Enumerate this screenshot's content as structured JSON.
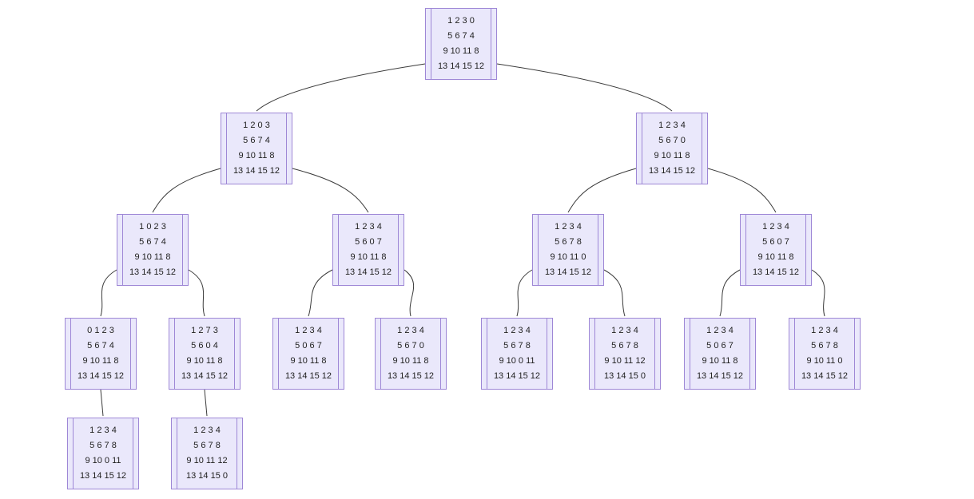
{
  "diagram": {
    "type": "tree",
    "description": "15-puzzle state-space search tree; each node is a 4x4 board configuration",
    "colors": {
      "background": "#ffffff",
      "node_fill": "#eae8fb",
      "node_border": "#9e87d6",
      "edge": "#3a3a3a",
      "text": "#1f1f1f"
    },
    "nodes": [
      {
        "id": "root",
        "level": 1,
        "rows": [
          "1 2 3 0",
          "5 6 7 4",
          "9 10 11 8",
          "13 14 15 12"
        ]
      },
      {
        "id": "L2-1",
        "level": 2,
        "rows": [
          "1 2 0 3",
          "5 6 7 4",
          "9 10 11 8",
          "13 14 15 12"
        ]
      },
      {
        "id": "L2-2",
        "level": 2,
        "rows": [
          "1 2 3 4",
          "5 6 7 0",
          "9 10 11 8",
          "13 14 15 12"
        ]
      },
      {
        "id": "L3-1",
        "level": 3,
        "rows": [
          "1 0 2 3",
          "5 6 7 4",
          "9 10 11 8",
          "13 14 15 12"
        ]
      },
      {
        "id": "L3-2",
        "level": 3,
        "rows": [
          "1 2 3 4",
          "5 6 0 7",
          "9 10 11 8",
          "13 14 15 12"
        ]
      },
      {
        "id": "L3-3",
        "level": 3,
        "rows": [
          "1 2 3 4",
          "5 6 7 8",
          "9 10 11 0",
          "13 14 15 12"
        ]
      },
      {
        "id": "L3-4",
        "level": 3,
        "rows": [
          "1 2 3 4",
          "5 6 0 7",
          "9 10 11 8",
          "13 14 15 12"
        ]
      },
      {
        "id": "L4-1",
        "level": 4,
        "rows": [
          "0 1 2 3",
          "5 6 7 4",
          "9 10 11 8",
          "13 14 15 12"
        ]
      },
      {
        "id": "L4-2",
        "level": 4,
        "rows": [
          "1 2 7 3",
          "5 6 0 4",
          "9 10 11 8",
          "13 14 15 12"
        ]
      },
      {
        "id": "L4-3",
        "level": 4,
        "rows": [
          "1 2 3 4",
          "5 0 6 7",
          "9 10 11 8",
          "13 14 15 12"
        ]
      },
      {
        "id": "L4-4",
        "level": 4,
        "rows": [
          "1 2 3 4",
          "5 6 7 0",
          "9 10 11 8",
          "13 14 15 12"
        ]
      },
      {
        "id": "L4-5",
        "level": 4,
        "rows": [
          "1 2 3 4",
          "5 6 7 8",
          "9 10 0 11",
          "13 14 15 12"
        ]
      },
      {
        "id": "L4-6",
        "level": 4,
        "rows": [
          "1 2 3 4",
          "5 6 7 8",
          "9 10 11 12",
          "13 14 15 0"
        ]
      },
      {
        "id": "L4-7",
        "level": 4,
        "rows": [
          "1 2 3 4",
          "5 0 6 7",
          "9 10 11 8",
          "13 14 15 12"
        ]
      },
      {
        "id": "L4-8",
        "level": 4,
        "rows": [
          "1 2 3 4",
          "5 6 7 8",
          "9 10 11 0",
          "13 14 15 12"
        ]
      },
      {
        "id": "L5-1",
        "level": 5,
        "rows": [
          "1 2 3 4",
          "5 6 7 8",
          "9 10 0 11",
          "13 14 15 12"
        ]
      },
      {
        "id": "L5-2",
        "level": 5,
        "rows": [
          "1 2 3 4",
          "5 6 7 8",
          "9 10 11 12",
          "13 14 15 0"
        ]
      }
    ],
    "edges": [
      {
        "from": "root",
        "to": "L2-1"
      },
      {
        "from": "root",
        "to": "L2-2"
      },
      {
        "from": "L2-1",
        "to": "L3-1"
      },
      {
        "from": "L2-1",
        "to": "L3-2"
      },
      {
        "from": "L2-2",
        "to": "L3-3"
      },
      {
        "from": "L2-2",
        "to": "L3-4"
      },
      {
        "from": "L3-1",
        "to": "L4-1"
      },
      {
        "from": "L3-1",
        "to": "L4-2"
      },
      {
        "from": "L3-2",
        "to": "L4-3"
      },
      {
        "from": "L3-2",
        "to": "L4-4"
      },
      {
        "from": "L3-3",
        "to": "L4-5"
      },
      {
        "from": "L3-3",
        "to": "L4-6"
      },
      {
        "from": "L3-4",
        "to": "L4-7"
      },
      {
        "from": "L3-4",
        "to": "L4-8"
      },
      {
        "from": "L4-1",
        "to": "L5-1"
      },
      {
        "from": "L4-2",
        "to": "L5-2"
      }
    ]
  }
}
